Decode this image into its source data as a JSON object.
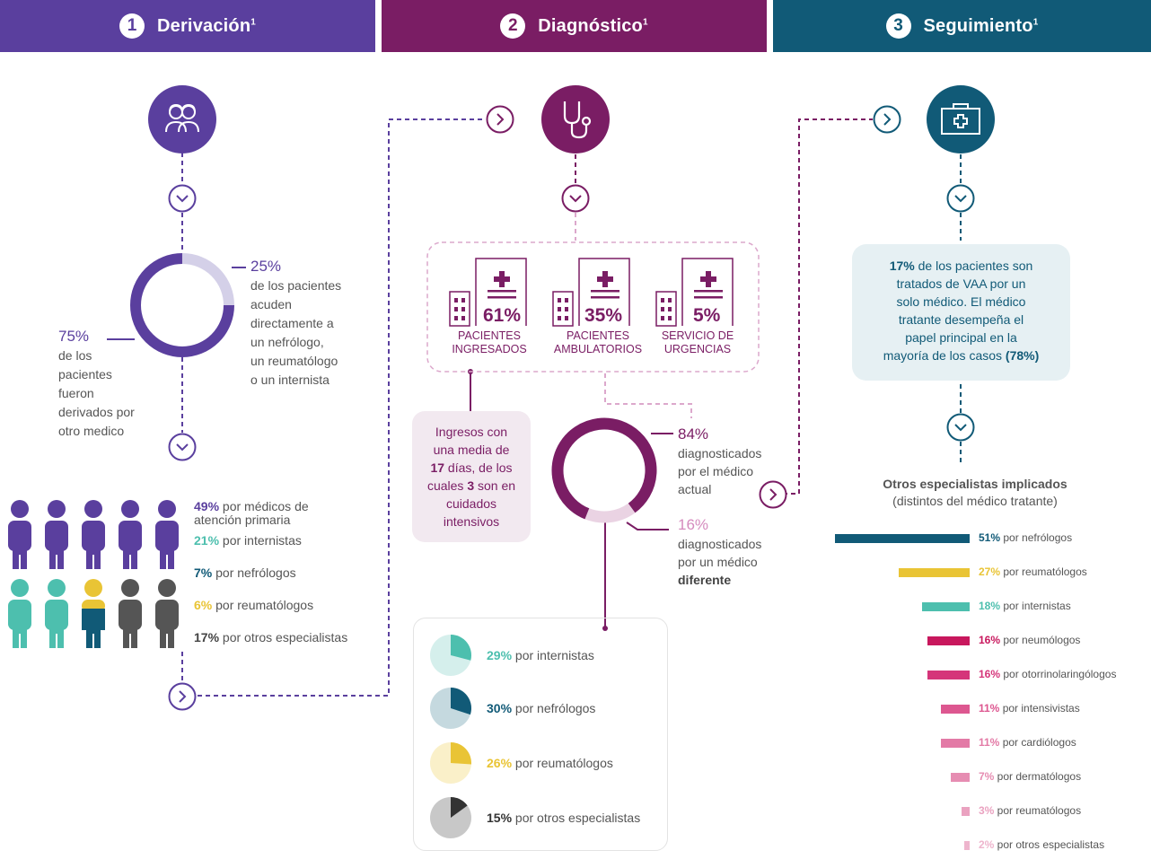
{
  "colors": {
    "purple": "#5a3f9e",
    "magenta": "#7a1d64",
    "teal": "#115a77",
    "light_teal": "#4dbfae",
    "yellow": "#e9c435",
    "gray": "#555555",
    "pink": "#d5357a"
  },
  "headers": [
    {
      "num": "1",
      "title": "Derivación",
      "sup": "1"
    },
    {
      "num": "2",
      "title": "Diagnóstico",
      "sup": "1"
    },
    {
      "num": "3",
      "title": "Seguimiento",
      "sup": "1"
    }
  ],
  "icons": {
    "step1": "doctors-icon",
    "step2": "stethoscope-icon",
    "step3": "medical-kit-icon"
  },
  "derivacion": {
    "donut": {
      "p25": 25,
      "p75": 75
    },
    "right": {
      "pct": "25%",
      "text": [
        "de los pacientes",
        "acuden",
        "directamente a",
        "un nefrólogo,",
        "un reumatólogo",
        "o un internista"
      ]
    },
    "left": {
      "pct": "75%",
      "text": [
        "de los",
        "pacientes",
        "fueron",
        "derivados por",
        "otro medico"
      ]
    },
    "people": [
      {
        "pct": "49%",
        "label": " por médicos de",
        "label2": "atención primaria",
        "color": "#5a3f9e"
      },
      {
        "pct": "21%",
        "label": " por internistas",
        "color": "#4dbfae"
      },
      {
        "pct": "7%",
        "label": " por nefrólogos",
        "color": "#115a77"
      },
      {
        "pct": "6%",
        "label": " por reumatólogos",
        "color": "#e9c435"
      },
      {
        "pct": "17%",
        "label": " por otros especialistas",
        "color": "#555555"
      }
    ]
  },
  "diagnostico": {
    "buildings": [
      {
        "pct": "61%",
        "l1": "PACIENTES",
        "l2": "INGRESADOS"
      },
      {
        "pct": "35%",
        "l1": "PACIENTES",
        "l2": "AMBULATORIOS"
      },
      {
        "pct": "5%",
        "l1": "SERVICIO DE",
        "l2": "URGENCIAS"
      }
    ],
    "box": {
      "l1": "Ingresos con",
      "l2": "una media de",
      "days": "17",
      "l3": " días, de los",
      "l4a": "cuales ",
      "icu": "3",
      "l4b": " son en",
      "l5": "cuidados",
      "l6": "intensivos"
    },
    "donut": {
      "p84": 84,
      "p16": 16
    },
    "a": {
      "pct": "84%",
      "text": [
        "diagnosticados",
        "por el médico",
        "actual"
      ]
    },
    "b": {
      "pct": "16%",
      "text": [
        "diagnosticados",
        "por un médico"
      ],
      "bold": "diferente"
    },
    "pies": [
      {
        "value": 29,
        "pct": "29%",
        "label": " por internistas",
        "color": "#4dbfae",
        "bg": "#d5efec"
      },
      {
        "value": 30,
        "pct": "30%",
        "label": " por nefrólogos",
        "color": "#115a77",
        "bg": "#c5d9df"
      },
      {
        "value": 26,
        "pct": "26%",
        "label": " por reumatólogos",
        "color": "#e9c435",
        "bg": "#faf0c9"
      },
      {
        "value": 15,
        "pct": "15%",
        "label": " por otros especialistas",
        "color": "#333333",
        "bg": "#c8c8c8"
      }
    ]
  },
  "seguimiento": {
    "box": {
      "pct": "17%",
      "l1": " de los pacientes son",
      "l2": "tratados de VAA por un",
      "l3": "solo médico. El médico",
      "l4": "tratante desempeña el",
      "l5": "papel principal en la",
      "l6": "mayoría de los casos ",
      "pct2": "(78%)"
    },
    "others_title": "Otros especialistas implicados",
    "others_sub": "(distintos del médico tratante)",
    "chart_data": {
      "type": "bar",
      "categories": [
        "por nefrólogos",
        "por reumatólogos",
        "por internistas",
        "por neumólogos",
        "por otorrinolaringólogos",
        "por intensivistas",
        "por cardiólogos",
        "por dermatólogos",
        "por reumatólogos",
        "por otros especialistas"
      ],
      "values": [
        51,
        27,
        18,
        16,
        16,
        11,
        11,
        7,
        3,
        2
      ],
      "labels": [
        "51%",
        "27%",
        "18%",
        "16%",
        "16%",
        "11%",
        "11%",
        "7%",
        "3%",
        "2%"
      ],
      "colors": [
        "#115a77",
        "#e9c435",
        "#4dbfae",
        "#c8175d",
        "#d5357a",
        "#dd5790",
        "#e37aa6",
        "#e68db2",
        "#eaa2c0",
        "#eeb5cd"
      ]
    }
  }
}
